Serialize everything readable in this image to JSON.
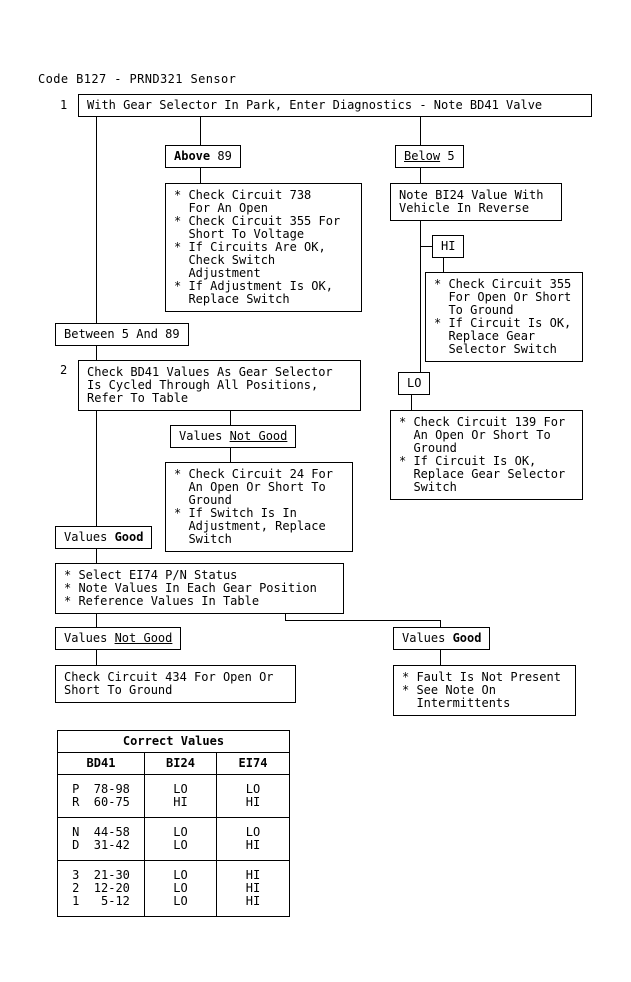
{
  "colors": {
    "ink": "#000000",
    "background": "#ffffff"
  },
  "title": "Code B127 - PRND321 Sensor",
  "steps": {
    "s1_num": "1",
    "s1_text": "With Gear Selector In Park, Enter Diagnostics - Note BD41 Valve",
    "s2_num": "2",
    "s2_text": "Check BD41 Values As Gear Selector\nIs Cycled Through All Positions,\nRefer To Table"
  },
  "branches": {
    "above_em": "Above",
    "above_rest": " 89",
    "below_em": "Below",
    "below_rest": " 5",
    "hi": "HI",
    "lo": "LO",
    "between": "Between 5 And 89",
    "values_label": "Values ",
    "not_good": "Not Good",
    "good": "Good"
  },
  "boxes": {
    "above_actions": "* Check Circuit 738\n  For An Open\n* Check Circuit 355 For\n  Short To Voltage\n* If Circuits Are OK,\n  Check Switch\n  Adjustment\n* If Adjustment Is OK,\n  Replace Switch",
    "note_bi24": "Note BI24 Value With\nVehicle In Reverse",
    "hi_actions": "* Check Circuit 355\n  For Open Or Short\n  To Ground\n* If Circuit Is OK,\n  Replace Gear\n  Selector Switch",
    "lo_actions": "* Check Circuit 139 For\n  An Open Or Short To\n  Ground\n* If Circuit Is OK,\n  Replace Gear Selector\n  Switch",
    "not_good_actions": "* Check Circuit 24 For\n  An Open Or Short To\n  Ground\n* If Switch Is In\n  Adjustment, Replace\n  Switch",
    "select_status": "* Select EI74 P/N Status\n* Note Values In Each Gear Position\n* Reference Values In Table",
    "check_434": "Check Circuit 434 For Open Or\nShort To Ground",
    "fault_not_present": "* Fault Is Not Present\n* See Note On\n  Intermittents"
  },
  "table": {
    "title": "Correct Values",
    "headers": [
      "BD41",
      "BI24",
      "EI74"
    ],
    "groups": [
      {
        "cells": [
          "P  78-98\nR  60-75",
          "LO\nHI",
          "LO\nHI"
        ]
      },
      {
        "cells": [
          "N  44-58\nD  31-42",
          "LO\nLO",
          "LO\nHI"
        ]
      },
      {
        "cells": [
          "3  21-30\n2  12-20\n1   5-12",
          "LO\nLO\nLO",
          "HI\nHI\nHI"
        ]
      }
    ]
  }
}
